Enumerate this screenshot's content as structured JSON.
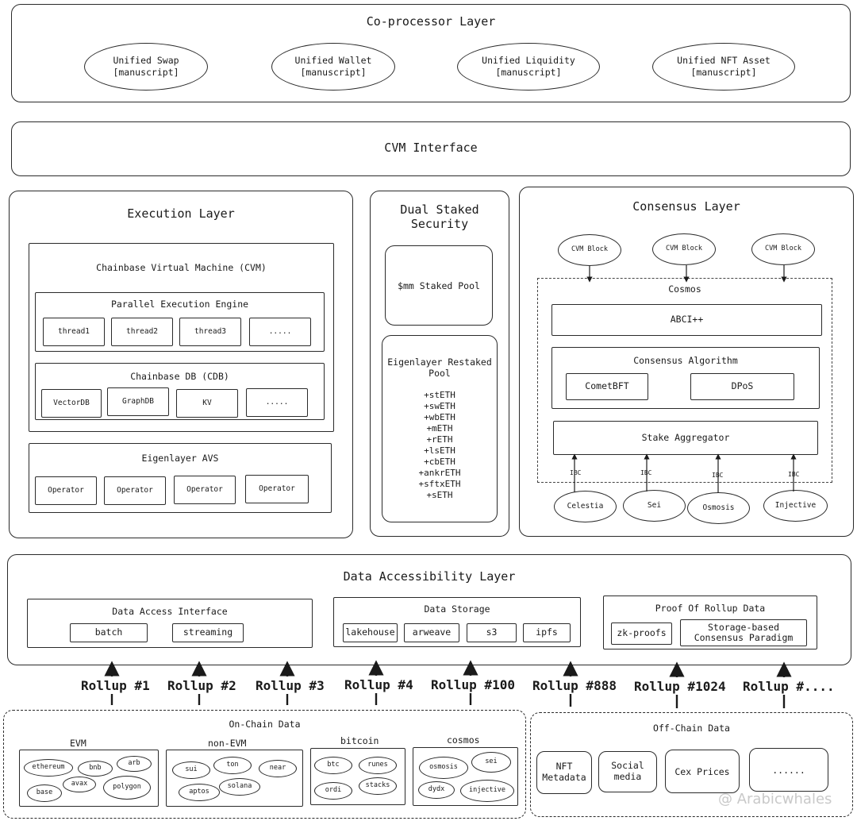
{
  "coprocessor": {
    "title": "Co-processor Layer",
    "items": [
      {
        "name": "Unified Swap",
        "sub": "[manuscript]"
      },
      {
        "name": "Unified Wallet",
        "sub": "[manuscript]"
      },
      {
        "name": "Unified Liquidity",
        "sub": "[manuscript]"
      },
      {
        "name": "Unified NFT Asset",
        "sub": "[manuscript]"
      }
    ]
  },
  "cvm_interface": {
    "title": "CVM Interface"
  },
  "execution": {
    "title": "Execution Layer",
    "cvm_title": "Chainbase Virtual Machine (CVM)",
    "parallel": {
      "title": "Parallel Execution Engine",
      "items": [
        "thread1",
        "thread2",
        "thread3",
        "....."
      ]
    },
    "cdb": {
      "title": "Chainbase DB (CDB)",
      "items": [
        "VectorDB",
        "GraphDB",
        "KV",
        "....."
      ]
    },
    "avs": {
      "title": "Eigenlayer AVS",
      "items": [
        "Operator",
        "Operator",
        "Operator",
        "Operator"
      ]
    }
  },
  "dual": {
    "title": "Dual Staked\nSecurity",
    "pool1": "$mm Staked Pool",
    "pool2_title": "Eigenlayer Restaked\nPool",
    "tokens": [
      "+stETH",
      "+swETH",
      "+wbETH",
      "+mETH",
      "+rETH",
      "+lsETH",
      "+cbETH",
      "+ankrETH",
      "+sftxETH",
      "+sETH"
    ]
  },
  "consensus": {
    "title": "Consensus Layer",
    "blocks": [
      "CVM Block",
      "CVM Block",
      "CVM Block"
    ],
    "cosmos_title": "Cosmos",
    "abci": "ABCI++",
    "algo_title": "Consensus Algorithm",
    "algos": [
      "CometBFT",
      "DPoS"
    ],
    "aggregator": "Stake Aggregator",
    "ibc": [
      "IBC",
      "IBC",
      "IBC",
      "IBC"
    ],
    "chains": [
      "Celestia",
      "Sei",
      "Osmosis",
      "Injective"
    ]
  },
  "dal": {
    "title": "Data Accessibility Layer",
    "access": {
      "title": "Data Access Interface",
      "items": [
        "batch",
        "streaming"
      ]
    },
    "storage": {
      "title": "Data Storage",
      "items": [
        "lakehouse",
        "arweave",
        "s3",
        "ipfs"
      ]
    },
    "proof": {
      "title": "Proof Of Rollup Data",
      "items": [
        "zk-proofs",
        "Storage-based\nConsensus Paradigm"
      ]
    }
  },
  "rollups": [
    "Rollup #1",
    "Rollup #2",
    "Rollup #3",
    "Rollup #4",
    "Rollup #100",
    "Rollup #888",
    "Rollup #1024",
    "Rollup #...."
  ],
  "onchain": {
    "title": "On-Chain Data",
    "groups": [
      {
        "title": "EVM",
        "items": [
          "ethereum",
          "bnb",
          "arb",
          "avax",
          "polygon",
          "base"
        ]
      },
      {
        "title": "non-EVM",
        "items": [
          "sui",
          "ton",
          "near",
          "solana",
          "aptos"
        ]
      },
      {
        "title": "bitcoin",
        "items": [
          "btc",
          "runes",
          "ordi",
          "stacks"
        ]
      },
      {
        "title": "cosmos",
        "items": [
          "osmosis",
          "sei",
          "dydx",
          "injective"
        ]
      }
    ]
  },
  "offchain": {
    "title": "Off-Chain Data",
    "items": [
      "NFT\nMetadata",
      "Social\nmedia",
      "Cex Prices",
      "......"
    ]
  },
  "watermark": "@ Arabicwhales"
}
